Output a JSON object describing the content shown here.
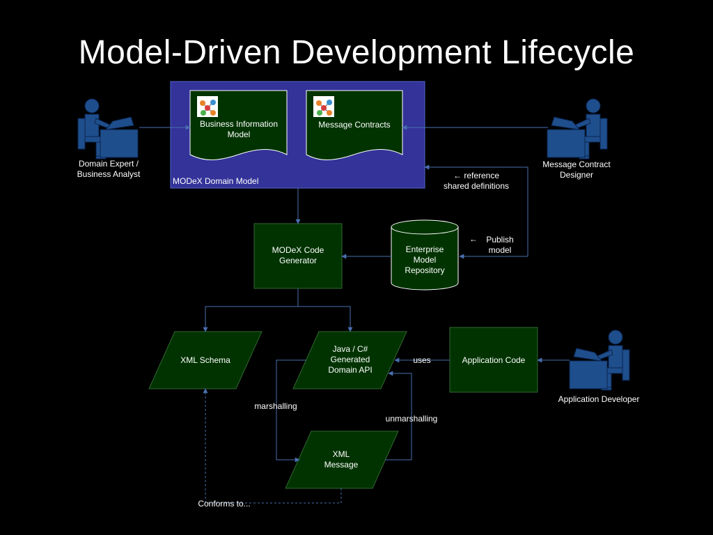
{
  "title": "Model-Driven Development Lifecycle",
  "actors": {
    "domain_expert": [
      "Domain Expert /",
      "Business Analyst"
    ],
    "contract_designer": [
      "Message Contract",
      "Designer"
    ],
    "app_developer": "Application Developer"
  },
  "domain_model": {
    "label": "MODeX Domain Model",
    "bim": [
      "Business Information",
      "Model"
    ],
    "contracts": "Message Contracts"
  },
  "code_generator": [
    "MODeX Code",
    "Generator"
  ],
  "repository": [
    "Enterprise",
    "Model",
    "Repository"
  ],
  "xml_schema": "XML Schema",
  "domain_api": [
    "Java / C#",
    "Generated",
    "Domain API"
  ],
  "application_code": "Application Code",
  "xml_message": [
    "XML",
    "Message"
  ],
  "edge_labels": {
    "reference": [
      "← reference",
      "shared definitions"
    ],
    "publish_arrow": "←",
    "publish": [
      "Publish",
      "model"
    ],
    "uses": "uses",
    "marshalling": "marshalling",
    "unmarshalling": "unmarshalling",
    "conforms": "Conforms to..."
  },
  "colors": {
    "background": "#000000",
    "model_panel": "#333399",
    "node_fill": "#003300",
    "actor": "#1f4e8c",
    "connector": "#4a6fb0"
  },
  "icons": [
    "actor-seated-icon",
    "model-molecule-icon"
  ]
}
